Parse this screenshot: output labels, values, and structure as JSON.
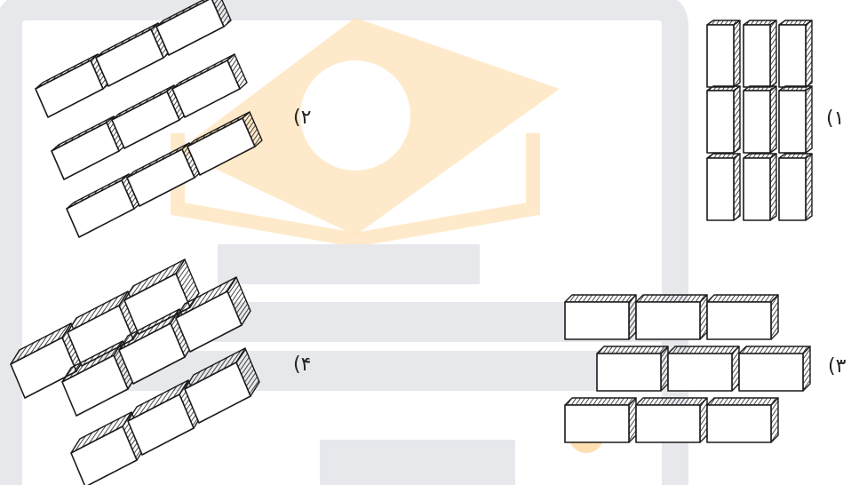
{
  "options": [
    {
      "id": "option-1",
      "label": "(۱"
    },
    {
      "id": "option-2",
      "label": "(۲"
    },
    {
      "id": "option-3",
      "label": "(۳"
    },
    {
      "id": "option-4",
      "label": "(۴"
    }
  ],
  "colors": {
    "ink": "#1a1a1a",
    "watermark_gray": "#e6e8ec",
    "watermark_orange": "#fde3b8",
    "watermark_dot": "#fcd79e"
  }
}
